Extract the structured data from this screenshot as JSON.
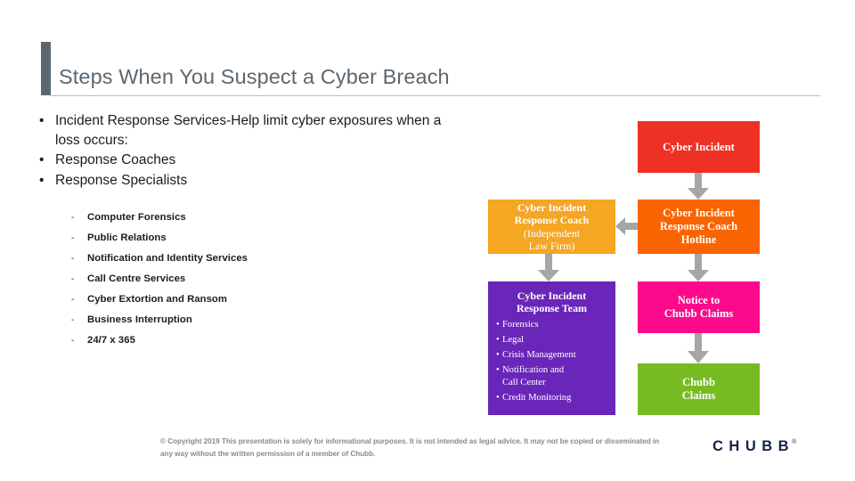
{
  "slide": {
    "title": "Steps When You Suspect a Cyber Breach",
    "accent_color": "#5b6770"
  },
  "body": {
    "bullets": [
      {
        "marker": "•",
        "text": "Incident Response Services-Help limit cyber exposures when a loss occurs:"
      },
      {
        "marker": "•",
        "text": "Response Coaches"
      },
      {
        "marker": "•",
        "text": "Response Specialists"
      }
    ],
    "sub_items": [
      {
        "marker": "-",
        "text": "Computer Forensics"
      },
      {
        "marker": "-",
        "text": "Public Relations"
      },
      {
        "marker": "-",
        "text": "Notification and Identity Services"
      },
      {
        "marker": "-",
        "text": "Call Centre Services"
      },
      {
        "marker": "-",
        "text": "Cyber Extortion and Ransom"
      },
      {
        "marker": "-",
        "text": "Business Interruption"
      },
      {
        "marker": "-",
        "text": "24/7 x 365"
      }
    ]
  },
  "diagram": {
    "boxes": {
      "cyber_incident": {
        "lines": [
          "Cyber Incident"
        ],
        "color": "#ee3124"
      },
      "response_coach": {
        "lines": [
          "Cyber Incident",
          "Response Coach"
        ],
        "sub_lines": [
          "(Independent",
          "Law Firm)"
        ],
        "color": "#f5a623"
      },
      "coach_hotline": {
        "lines": [
          "Cyber Incident",
          "Response  Coach",
          "Hotline"
        ],
        "color": "#fa6400"
      },
      "response_team": {
        "title_lines": [
          "Cyber Incident",
          "Response  Team"
        ],
        "items": [
          "Forensics",
          "Legal",
          "Crisis Management",
          "Notification and|Call Center",
          "Credit  Monitoring"
        ],
        "bullet": "•",
        "color": "#6a26b8"
      },
      "notice_claims": {
        "lines": [
          "Notice to",
          "Chubb Claims"
        ],
        "color": "#fc0a8b"
      },
      "chubb_claims": {
        "lines": [
          "Chubb",
          "Claims"
        ],
        "color": "#76bc21"
      }
    },
    "arrow_color": "#a6a6a6"
  },
  "footer": {
    "copyright": "© Copyright 2019 This presentation is solely for informational purposes. It is not intended as legal advice.  It may not be copied or disseminated in any way without the written permission of a member of Chubb.",
    "logo_text": "CHUBB",
    "logo_mark": "®",
    "logo_color": "#14214a"
  }
}
